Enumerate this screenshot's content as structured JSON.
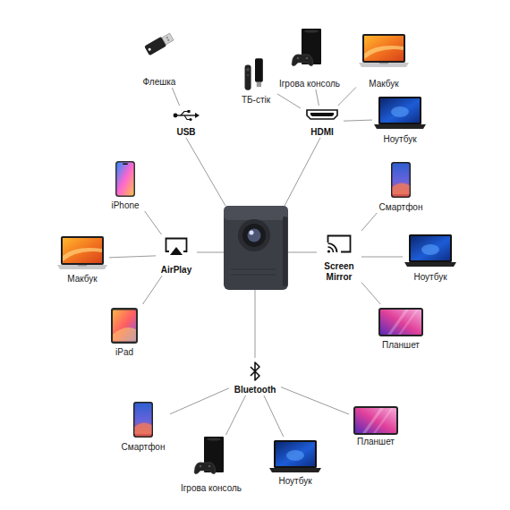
{
  "diagram": {
    "nodes": [
      {
        "text": [
          "Флешка"
        ]
      },
      {
        "text": [
          "Ігрова консоль"
        ]
      },
      {
        "text": [
          "Макбук"
        ]
      },
      {
        "text": [
          "ТБ-стік"
        ]
      },
      {
        "text": [
          "USB"
        ]
      },
      {
        "text": [
          "HDMI"
        ]
      },
      {
        "text": [
          "Ноутбук"
        ]
      },
      {
        "text": [
          "iPhone"
        ]
      },
      {
        "text": [
          "Смартфон"
        ]
      },
      {
        "text": [
          "Макбук"
        ]
      },
      {
        "text": [
          "AirPlay"
        ]
      },
      {
        "text": [
          "Screen Mirror"
        ]
      },
      {
        "text": [
          "Ноутбук"
        ]
      },
      {
        "text": [
          "iPad"
        ]
      },
      {
        "text": [
          "Планшет"
        ]
      },
      {
        "text": [
          "Bluetooth"
        ]
      },
      {
        "text": [
          "Смартфон"
        ]
      },
      {
        "text": [
          "Планшет"
        ]
      },
      {
        "text": [
          "Ігрова консоль"
        ]
      },
      {
        "text": [
          "Ноутбук"
        ]
      }
    ],
    "edges": [
      {
        "from": 4,
        "to": 0,
        "arrow": "none"
      },
      {
        "from": 5,
        "to": 3,
        "arrow": "none"
      },
      {
        "from": 5,
        "to": 1,
        "arrow": "none"
      },
      {
        "from": 5,
        "to": 2,
        "arrow": "none"
      },
      {
        "from": 5,
        "to": 6,
        "arrow": "none"
      },
      {
        "from": 10,
        "to": 7,
        "arrow": "none"
      },
      {
        "from": 10,
        "to": 9,
        "arrow": "none"
      },
      {
        "from": 10,
        "to": 13,
        "arrow": "none"
      },
      {
        "from": 11,
        "to": 8,
        "arrow": "none"
      },
      {
        "from": 11,
        "to": 12,
        "arrow": "none"
      },
      {
        "from": 11,
        "to": 14,
        "arrow": "none"
      },
      {
        "from": 15,
        "to": 16,
        "arrow": "none"
      },
      {
        "from": 15,
        "to": 18,
        "arrow": "none"
      },
      {
        "from": 15,
        "to": 19,
        "arrow": "none"
      },
      {
        "from": 15,
        "to": 17,
        "arrow": "none"
      }
    ]
  }
}
